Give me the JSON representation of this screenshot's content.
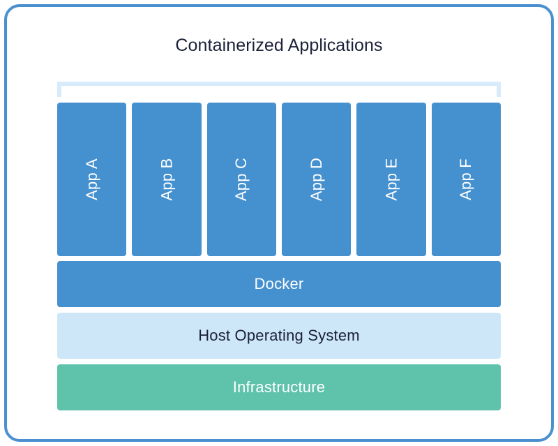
{
  "diagram": {
    "title": "Containerized Applications",
    "type": "docker-architecture-stack",
    "colors": {
      "frame_border": "#4a90d0",
      "app_box": "#4590ce",
      "bracket": "#d7ebfa",
      "docker_bar": "#4590ce",
      "host_os_bar": "#cde7f8",
      "infrastructure_bar": "#5fc3ac",
      "dark_text": "#1b2138",
      "light_text": "#ffffff",
      "page_background": "#ffffff"
    },
    "bracket": {
      "name": "containerized-applications-bracket",
      "orientation": "top",
      "spans": "all-app-containers"
    },
    "app_containers": [
      {
        "label": "App A"
      },
      {
        "label": "App B"
      },
      {
        "label": "App C"
      },
      {
        "label": "App D"
      },
      {
        "label": "App E"
      },
      {
        "label": "App F"
      }
    ],
    "layers": [
      {
        "key": "docker",
        "label": "Docker"
      },
      {
        "key": "host_os",
        "label": "Host Operating System"
      },
      {
        "key": "infrastructure",
        "label": "Infrastructure"
      }
    ]
  }
}
